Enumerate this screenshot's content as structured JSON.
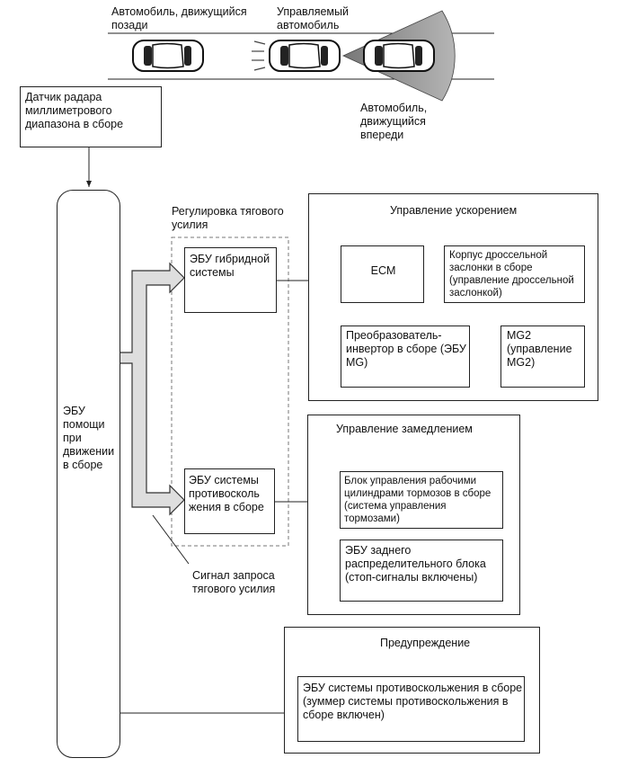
{
  "scene": {
    "rear_car_label": "Автомобиль, движущийся позади",
    "own_car_label": "Управляемый автомобиль",
    "front_car_label": "Автомобиль, движущийся впереди"
  },
  "radar": {
    "label": "Датчик радара миллиметрового диапазона в сборе"
  },
  "assist_ecu": {
    "label": "ЭБУ помощи при движении в сборе"
  },
  "traction": {
    "group_title": "Регулировка тягового усилия",
    "hybrid_ecu": "ЭБУ гибридной системы",
    "anticollision_ecu": "ЭБУ системы противосколь жения в сборе",
    "request_signal": "Сигнал запроса тягового усилия"
  },
  "acceleration": {
    "title": "Управление ускорением",
    "ecm": "ECM",
    "throttle": "Корпус дроссельной заслонки в сборе (управление дроссельной заслонкой)",
    "inverter": "Преобразователь-инвертор в сборе (ЭБУ MG)",
    "mg2": "MG2 (управление MG2)"
  },
  "deceleration": {
    "title": "Управление замедлением",
    "brake_actuator": "Блок управления рабочими цилиндрами тормозов в сборе (система управления тормозами)",
    "rear_ecu": "ЭБУ заднего распределительного блока (стоп-сигналы включены)"
  },
  "warning": {
    "title": "Предупреждение",
    "buzzer_ecu": "ЭБУ системы противоскольжения в сборе (зуммер системы противоскольжения в сборе включен)"
  }
}
